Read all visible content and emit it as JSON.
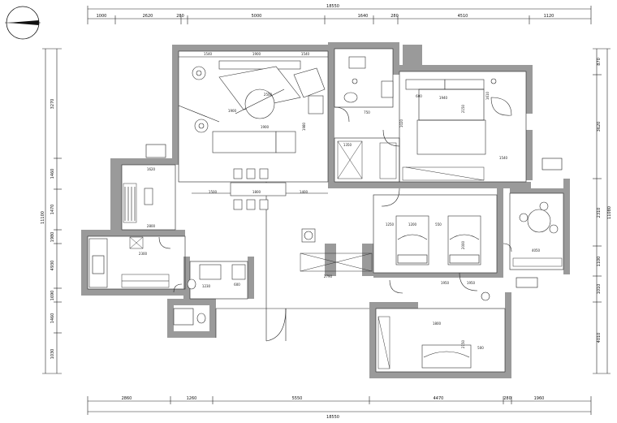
{
  "drawing": {
    "top_overall": "18550",
    "bottom_overall": "18550",
    "top_dims": [
      "1000",
      "2620",
      "280",
      "5000",
      "1640",
      "280",
      "4510",
      "1120"
    ],
    "bottom_dims": [
      "2860",
      "1260",
      "5550",
      "4470",
      "280",
      "1960"
    ],
    "left_dims": [
      "3270",
      "1460",
      "1470",
      "1980",
      "4930",
      "1690",
      "1460",
      "1030"
    ],
    "left_overall": "11100",
    "right_dims": [
      "870",
      "3620",
      "2310",
      "1100",
      "1010",
      "4010"
    ],
    "right_overall": "11080",
    "room_dims": {
      "living_w": "1900",
      "living_a": "1540",
      "living_b": "1540",
      "living_c": "2500",
      "living_d": "1900",
      "living_e": "1980",
      "living_f": "1900",
      "table_w": "1800",
      "hall_l": "1500",
      "hall_r": "1400",
      "bed1_a": "600",
      "bed1_b": "2150",
      "bed1_c": "1940",
      "bed1_d": "1610",
      "bed1_e": "1540",
      "wc_a": "750",
      "wc_b": "1020",
      "wc_c": "1350",
      "study_a": "1620",
      "study_b": "2800",
      "k_a": "2300",
      "k_b": "1230",
      "k_c": "600",
      "bed2_a": "1250",
      "bed2_b": "1200",
      "bed2_c": "550",
      "bed2_d": "2000",
      "bed2_e": "2790",
      "bed3_a": "1800",
      "bed3_b": "2150",
      "bed3_c": "500",
      "bal_a": "4050",
      "bal_b": "1950",
      "bal_c": "1950"
    }
  }
}
